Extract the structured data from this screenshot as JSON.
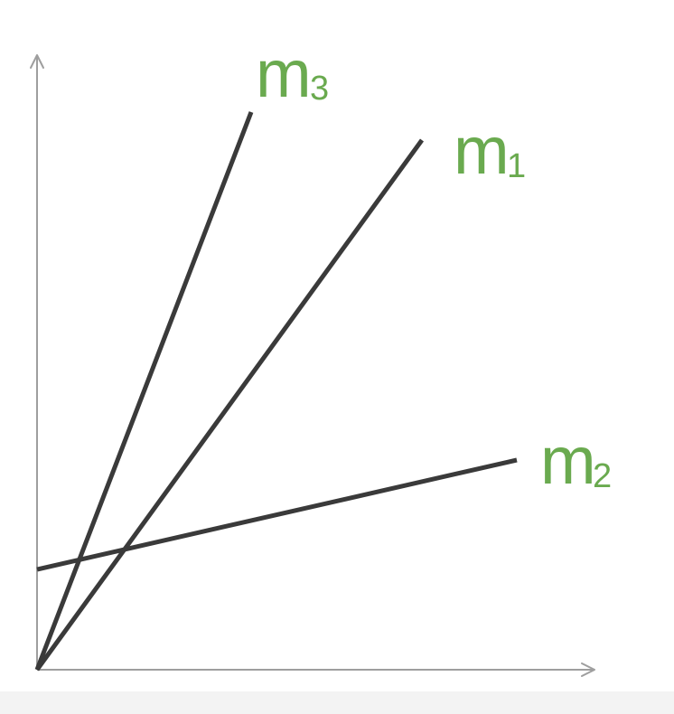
{
  "labels": {
    "m3": {
      "base": "m",
      "sub": "3"
    },
    "m1": {
      "base": "m",
      "sub": "1"
    },
    "m2": {
      "base": "m",
      "sub": "2"
    }
  },
  "colors": {
    "label": "#6aaa4f",
    "line": "#3a3a3a",
    "axis": "#9e9e9e"
  }
}
